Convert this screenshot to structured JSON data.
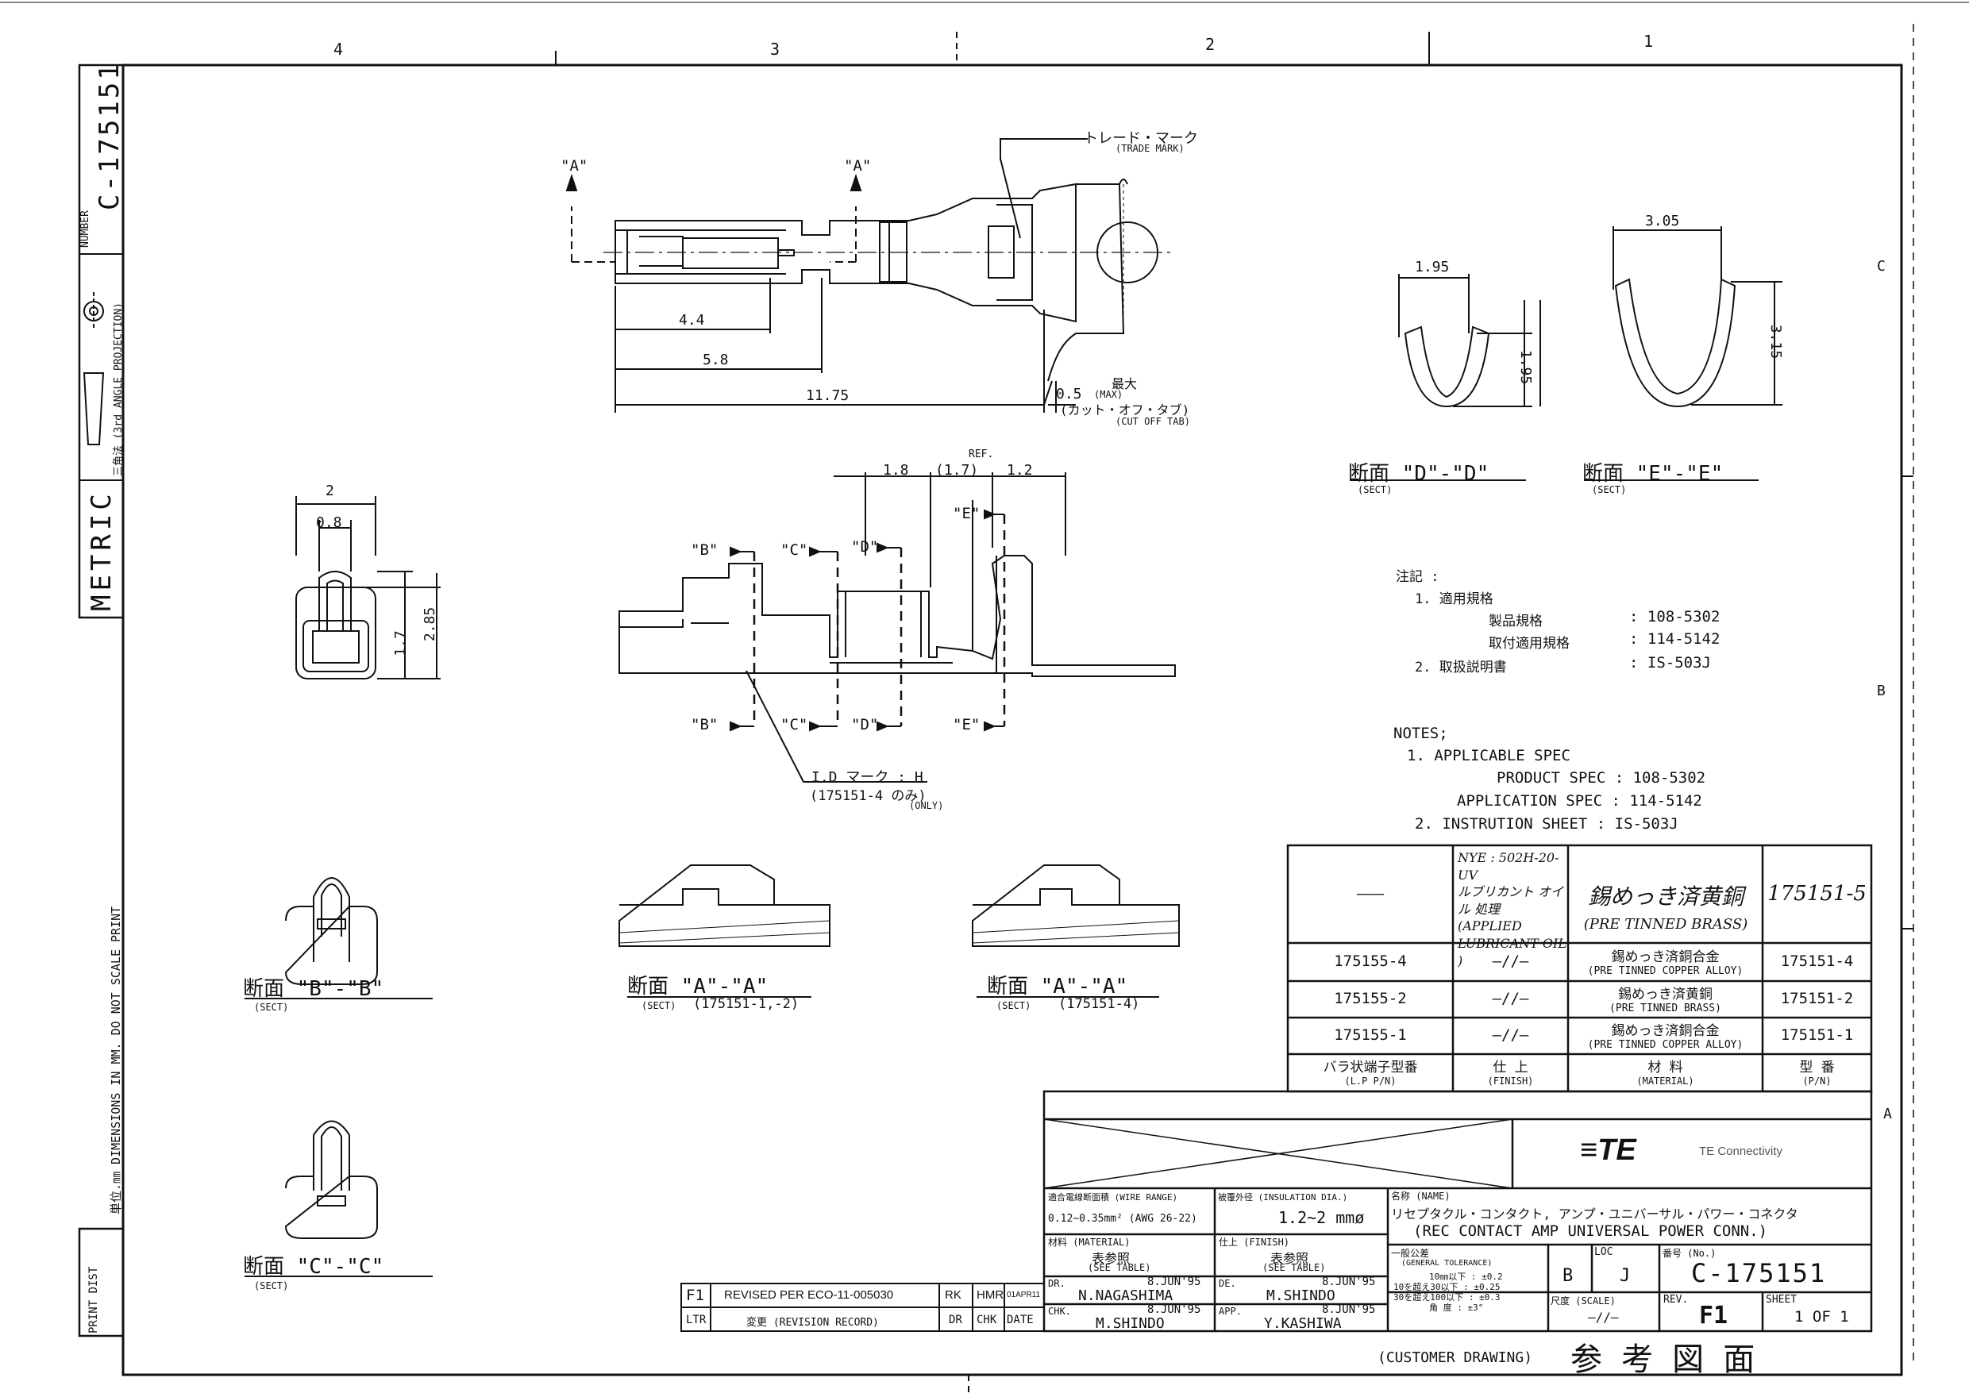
{
  "zones_top": [
    "4",
    "3",
    "2",
    "1"
  ],
  "zones_right": [
    "C",
    "B",
    "A"
  ],
  "side": {
    "number_label": "NUMBER",
    "number": "C-175151",
    "projection": "三角法 (3rd ANGLE PROJECTION)",
    "metric": "METRIC",
    "print_dist": "PRINT DIST",
    "scale_note": "単位.㎜ DIMENSIONS IN MM. DO NOT SCALE PRINT"
  },
  "top_view": {
    "trade_mark_jp": "トレード・マーク",
    "trade_mark_en": "(TRADE MARK)",
    "section_a": "\"A\"",
    "dim_44": "4.4",
    "dim_58": "5.8",
    "dim_1175": "11.75",
    "max_jp": "最大",
    "dim_05": "0.5",
    "max_en": "(MAX)",
    "cut_off_jp": "(カット・オフ・タブ)",
    "cut_off_en": "(CUT OFF TAB)"
  },
  "end_view": {
    "dim_2": "2",
    "dim_08": "0.8",
    "dim_17": "1.7",
    "dim_285": "2.85"
  },
  "side_view": {
    "ref": "REF.",
    "dim_18": "1.8",
    "dim_17": "(1.7)",
    "dim_12": "1.2",
    "sec_b": "\"B\"",
    "sec_c": "\"C\"",
    "sec_d": "\"D\"",
    "sec_e": "\"E\"",
    "id_mark": "I.D マーク : H",
    "id_only_jp": "(175151-4 のみ)",
    "id_only_en": "(ONLY)"
  },
  "sections": {
    "dd_w": "1.95",
    "dd_h": "1.95",
    "dd_label": "断面 \"D\"-\"D\"",
    "sect": "(SECT)",
    "ee_w": "3.05",
    "ee_h": "3.15",
    "ee_label": "断面 \"E\"-\"E\"",
    "bb_label": "断面 \"B\"-\"B\"",
    "cc_label": "断面 \"C\"-\"C\"",
    "aa1_label": "断面 \"A\"-\"A\"",
    "aa1_sub": "(175151-1,-2)",
    "aa2_label": "断面 \"A\"-\"A\"",
    "aa2_sub": "(175151-4)"
  },
  "notes_jp": {
    "title": "注記 :",
    "l1": "1. 適用規格",
    "l2": "製品規格",
    "l2v": ": 108-5302",
    "l3": "取付適用規格",
    "l3v": ": 114-5142",
    "l4": "2. 取扱説明書",
    "l4v": ": IS-503J"
  },
  "notes_en": {
    "title": "NOTES;",
    "l1": "1. APPLICABLE SPEC",
    "l2": "PRODUCT SPEC : 108-5302",
    "l3": "APPLICATION SPEC : 114-5142",
    "l4": "2. INSTRUTION SHEET : IS-503J"
  },
  "parts_table": {
    "row0": {
      "lp": "———",
      "finish1": "NYE : 502H-20-UV",
      "finish2": "ルブリカント オイル 処理",
      "finish3": "(APPLIED",
      "finish4": "LUBRICANT OIL )",
      "mat1": "錫めっき済黄銅",
      "mat2": "(PRE TINNED BRASS)",
      "pn": "175151-5"
    },
    "rows": [
      {
        "lp": "175155-4",
        "finish": "—//—",
        "mat1": "錫めっき済銅合金",
        "mat2": "(PRE TINNED COPPER ALLOY)",
        "pn": "175151-4"
      },
      {
        "lp": "175155-2",
        "finish": "—//—",
        "mat1": "錫めっき済黄銅",
        "mat2": "(PRE TINNED BRASS)",
        "pn": "175151-2"
      },
      {
        "lp": "175155-1",
        "finish": "—//—",
        "mat1": "錫めっき済銅合金",
        "mat2": "(PRE TINNED COPPER ALLOY)",
        "pn": "175151-1"
      }
    ],
    "hdr": {
      "lp_jp": "バラ状端子型番",
      "lp_en": "(L.P P/N)",
      "fin_jp": "仕 上",
      "fin_en": "(FINISH)",
      "mat_jp": "材 料",
      "mat_en": "(MATERIAL)",
      "pn_jp": "型 番",
      "pn_en": "(P/N)"
    }
  },
  "title_block": {
    "te_logo": "≡TE",
    "te_name": "TE Connectivity",
    "wire_range_lbl": "適合電線断面積 (WIRE RANGE)",
    "wire_range": "0.12~0.35mm² (AWG 26-22)",
    "ins_lbl": "被覆外径 (INSULATION DIA.)",
    "ins": "1.2~2 mmø",
    "name_lbl": "名称 (NAME)",
    "name_jp": "リセプタクル・コンタクト, アンプ・ユニバーサル・パワー・コネクタ",
    "name_en": "(REC CONTACT AMP UNIVERSAL POWER CONN.)",
    "mat_lbl": "材料 (MATERIAL)",
    "mat_val": "表参照",
    "mat_see": "(SEE TABLE)",
    "fin_lbl": "仕上 (FINISH)",
    "fin_val": "表参照",
    "fin_see": "(SEE TABLE)",
    "tol_lbl": "一般公差",
    "tol_en": "(GENERAL TOLERANCE)",
    "tol1": "10㎜以下 : ±0.2",
    "tol2": "10を超え30以下 : ±0.25",
    "tol3": "30を超え100以下 : ±0.3",
    "tol4": "角 度 : ±3°",
    "loc_lbl": "LOC",
    "loc_b": "B",
    "loc_j": "J",
    "no_lbl": "番号 (No.)",
    "no": "C-175151",
    "dr_lbl": "DR.",
    "dr_date": "8.JUN'95",
    "dr": "N.NAGASHIMA",
    "de_lbl": "DE.",
    "de_date": "8.JUN'95",
    "de": "M.SHINDO",
    "chk_lbl": "CHK.",
    "chk_date": "8.JUN'95",
    "chk": "M.SHINDO",
    "app_lbl": "APP.",
    "app_date": "8.JUN'95",
    "app": "Y.KASHIWA",
    "scale_lbl": "尺度 (SCALE)",
    "scale": "—//—",
    "rev_lbl": "REV.",
    "rev": "F1",
    "sheet_lbl": "SHEET",
    "sheet": "1 OF 1"
  },
  "revision": {
    "ltr": "F1",
    "desc": "REVISED PER ECO-11-005030",
    "dr": "RK",
    "chk": "HMR",
    "date": "01APR11",
    "h_ltr": "LTR",
    "h_desc": "変更 (REVISION RECORD)",
    "h_dr": "DR",
    "h_chk": "CHK",
    "h_date": "DATE"
  },
  "footer": {
    "customer": "(CUSTOMER DRAWING)",
    "ref_jp": "参  考  図  面"
  }
}
